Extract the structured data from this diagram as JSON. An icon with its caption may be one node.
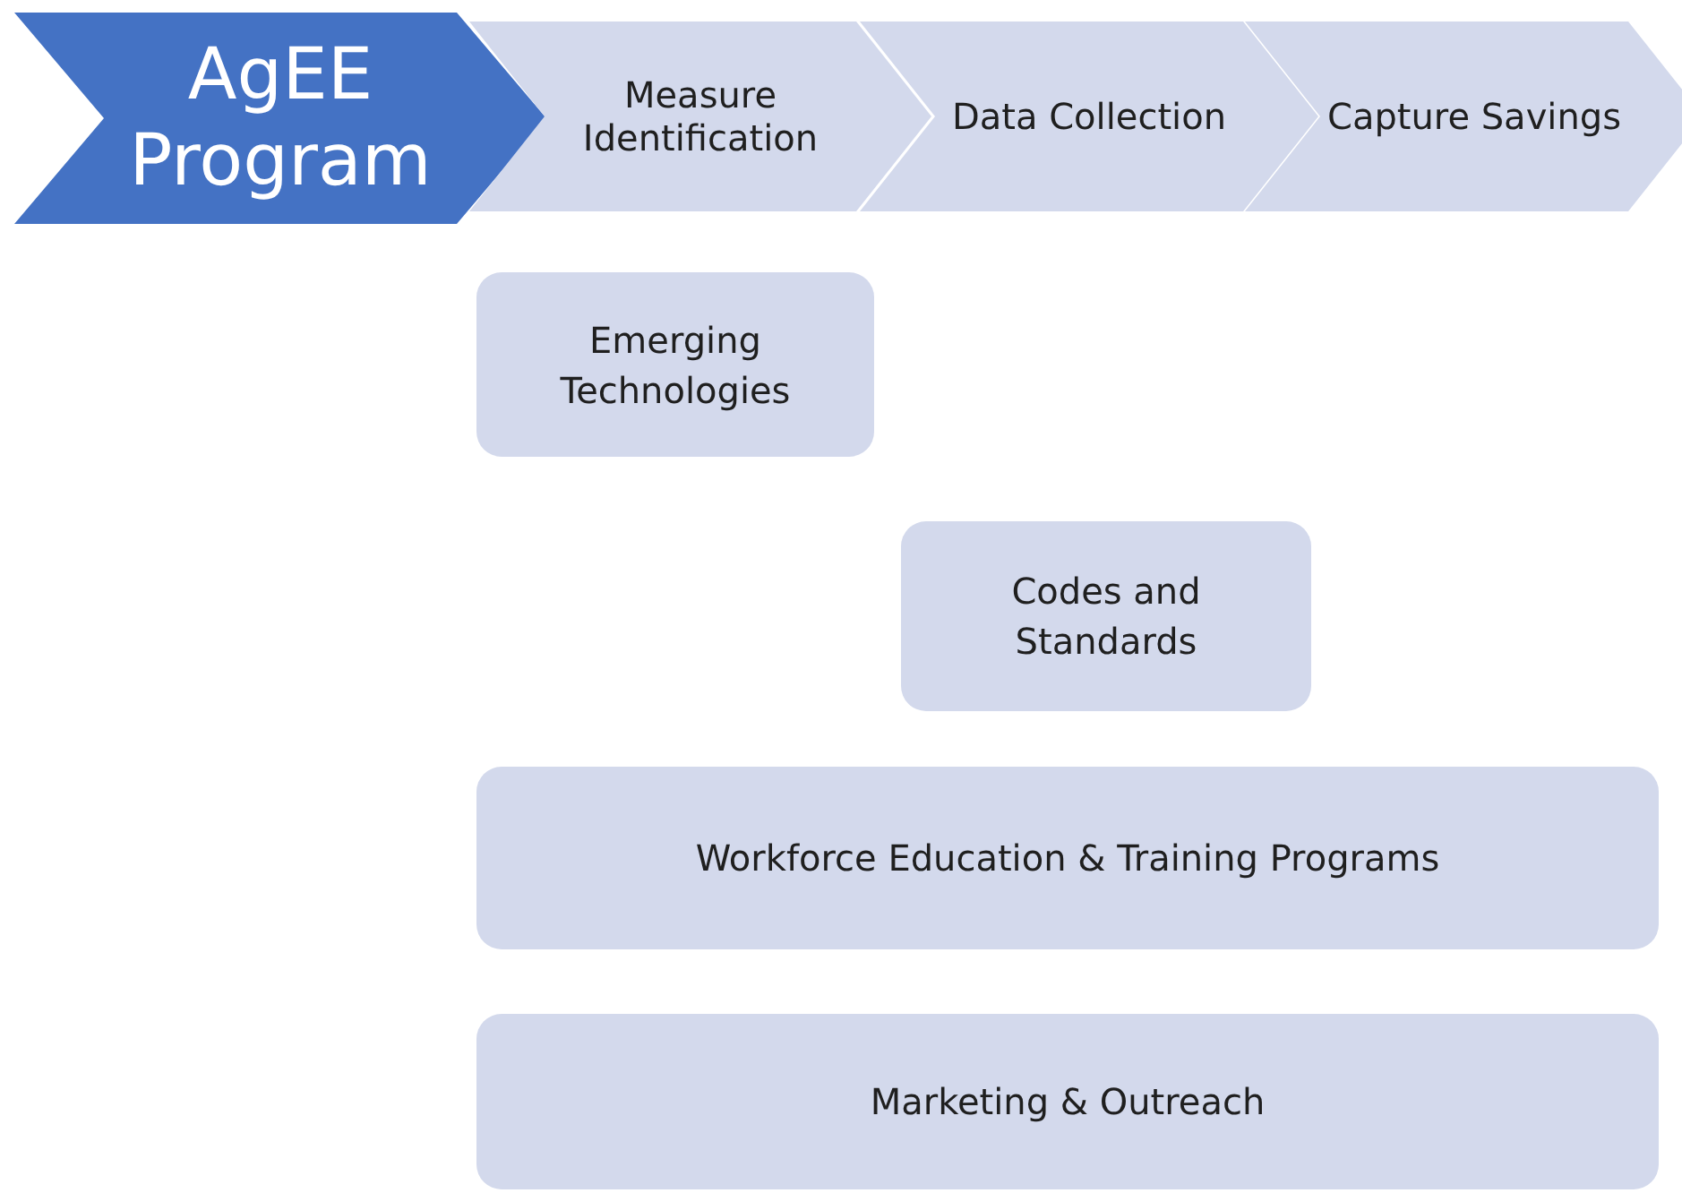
{
  "diagram": {
    "nodes": [
      {
        "text": [
          "AgEE Program"
        ]
      },
      {
        "text": [
          "Measure Identification"
        ]
      },
      {
        "text": [
          "Data Collection"
        ]
      },
      {
        "text": [
          "Capture Savings"
        ]
      },
      {
        "text": [
          "Emerging Technologies"
        ]
      },
      {
        "text": [
          "Codes and Standards"
        ]
      },
      {
        "text": [
          "Workforce Education & Training Programs"
        ]
      },
      {
        "text": [
          "Marketing & Outreach"
        ]
      }
    ]
  }
}
